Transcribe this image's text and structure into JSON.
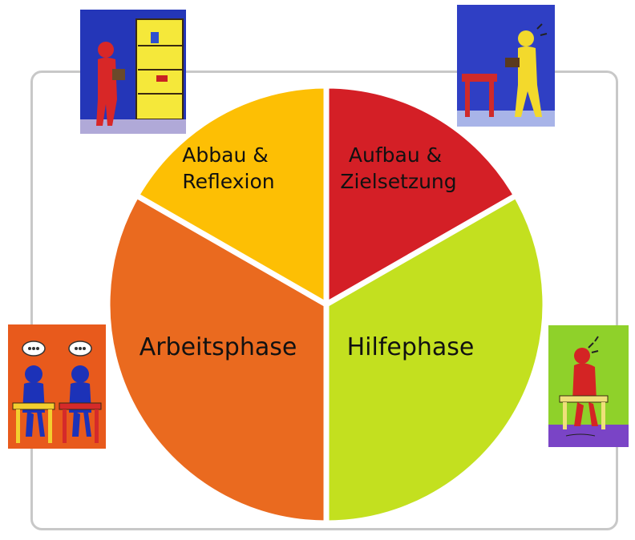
{
  "diagram": {
    "segments": [
      {
        "id": "aufbau",
        "lines": [
          "Aufbau &",
          "Zielsetzung"
        ],
        "color": "#d41f26",
        "sweep_fraction": 0.167
      },
      {
        "id": "hilfe",
        "lines": [
          "Hilfephase"
        ],
        "color": "#c3e01f",
        "sweep_fraction": 0.333
      },
      {
        "id": "arbeit",
        "lines": [
          "Arbeitsphase"
        ],
        "color": "#ea6a1f",
        "sweep_fraction": 0.333
      },
      {
        "id": "abbau",
        "lines": [
          "Abbau &",
          "Reflexion"
        ],
        "color": "#fdbf04",
        "sweep_fraction": 0.167
      }
    ],
    "illustrations": [
      "person-at-shelf-illustration",
      "person-carrying-to-table-illustration",
      "students-at-desks-illustration",
      "student-thinking-illustration"
    ]
  }
}
